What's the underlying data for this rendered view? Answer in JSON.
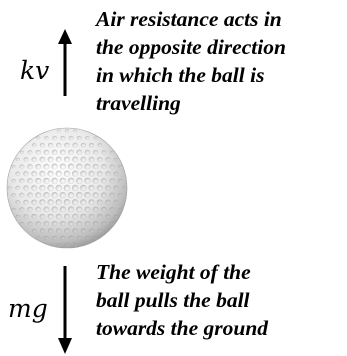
{
  "force_up": {
    "symbol": "kv",
    "caption_lines": [
      "Air resistance acts in",
      "the opposite direction",
      "in which the ball is",
      "travelling"
    ]
  },
  "force_down": {
    "symbol": "mg",
    "caption_lines": [
      "The weight of the",
      "ball pulls the ball",
      "towards the ground"
    ]
  },
  "colors": {
    "arrow": "#000000",
    "ball_light": "#ffffff",
    "ball_shadow": "#9a9a9a"
  }
}
